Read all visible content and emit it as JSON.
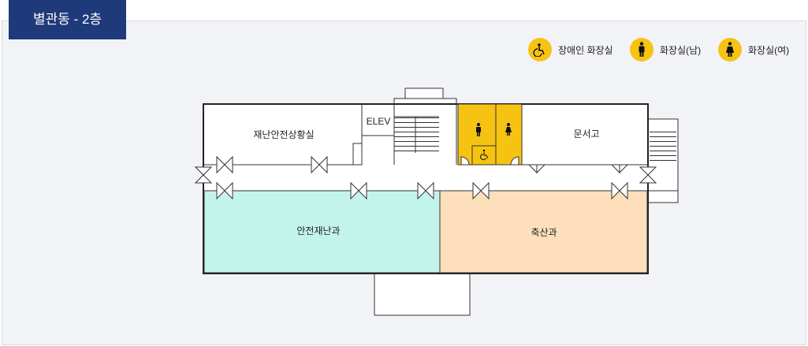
{
  "title": "별관동 - 2층",
  "legend": [
    {
      "label": "장애인 화장실",
      "icon": "wheelchair-icon"
    },
    {
      "label": "화장실(남)",
      "icon": "male-icon"
    },
    {
      "label": "화장실(여)",
      "icon": "female-icon"
    }
  ],
  "rooms": {
    "disaster_room": "재난안전상황실",
    "elev": "ELEV",
    "archive": "문서고",
    "safety_dept": "안전재난과",
    "livestock_dept": "축산과"
  },
  "colors": {
    "title_bg": "#1f3a7a",
    "restroom": "#f6c313",
    "safety_dept": "#c3f4ec",
    "livestock_dept": "#fddfbb"
  }
}
